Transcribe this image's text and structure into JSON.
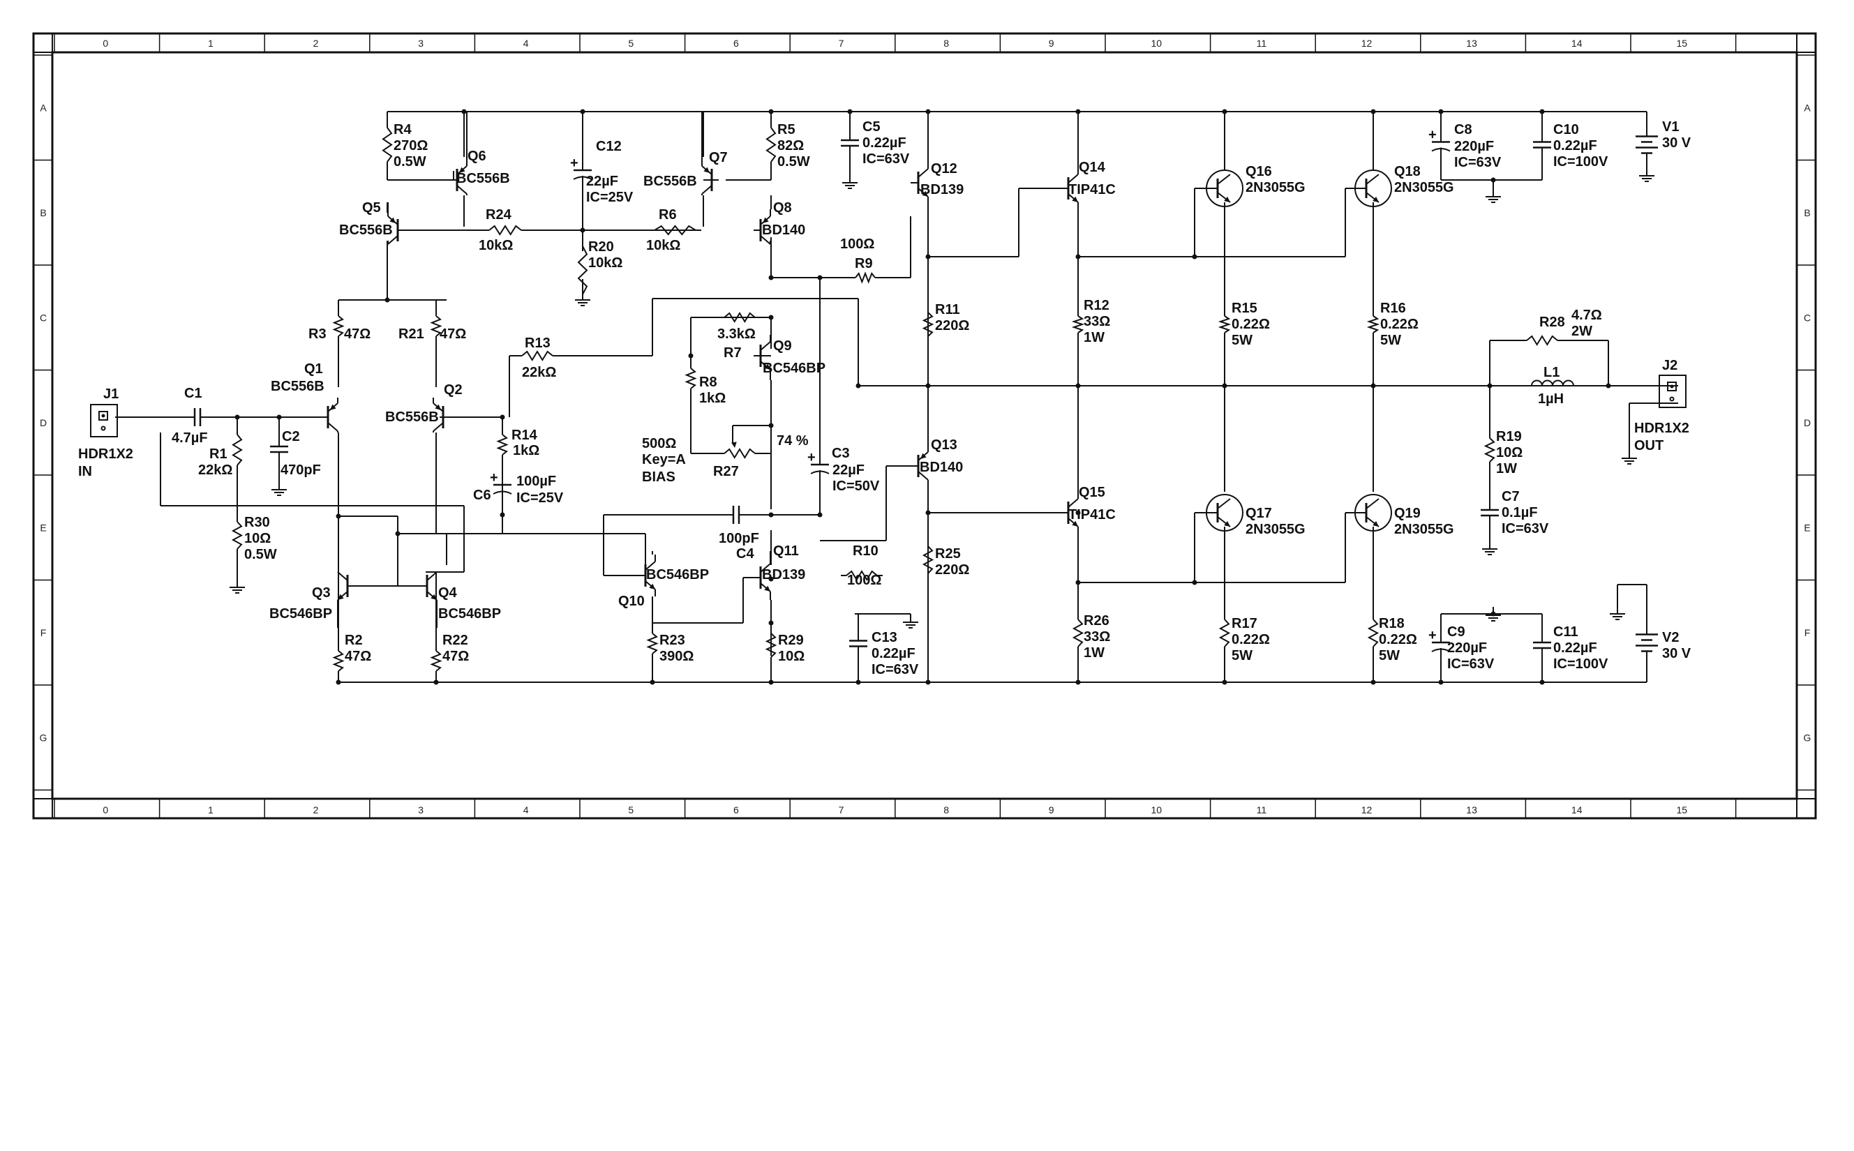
{
  "frame": {
    "columns": [
      "0",
      "1",
      "2",
      "3",
      "4",
      "5",
      "6",
      "7",
      "8",
      "9",
      "10",
      "11",
      "12",
      "13",
      "14",
      "15"
    ],
    "rows": [
      "A",
      "B",
      "C",
      "D",
      "E",
      "F",
      "G"
    ]
  },
  "labels": {
    "R4": [
      "R4",
      "270Ω",
      "0.5W"
    ],
    "Q6": [
      "Q6",
      "BC556B"
    ],
    "C12": [
      "C12",
      "22µF",
      "IC=25V"
    ],
    "Q7": [
      "Q7",
      "BC556B"
    ],
    "R5": [
      "R5",
      "82Ω",
      "0.5W"
    ],
    "C5": [
      "C5",
      "0.22µF",
      "IC=63V"
    ],
    "Q12": [
      "Q12",
      "BD139"
    ],
    "Q14": [
      "Q14",
      "TIP41C"
    ],
    "Q16": [
      "Q16",
      "2N3055G"
    ],
    "Q18": [
      "Q18",
      "2N3055G"
    ],
    "C8": [
      "C8",
      "220µF",
      "IC=63V"
    ],
    "C10": [
      "C10",
      "0.22µF",
      "IC=100V"
    ],
    "V1": [
      "V1",
      "30 V"
    ],
    "Q5": [
      "Q5",
      "BC556B"
    ],
    "R24": [
      "R24",
      "10kΩ"
    ],
    "R20": [
      "R20",
      "10kΩ"
    ],
    "R6": [
      "R6",
      "10kΩ"
    ],
    "Q8": [
      "Q8",
      "BD140"
    ],
    "R9": [
      "100Ω",
      "R9"
    ],
    "R3": [
      "R3",
      "47Ω"
    ],
    "R21": [
      "R21",
      "47Ω"
    ],
    "R11": [
      "R11",
      "220Ω"
    ],
    "R12": [
      "R12",
      "33Ω",
      "1W"
    ],
    "R15": [
      "R15",
      "0.22Ω",
      "5W"
    ],
    "R16": [
      "R16",
      "0.22Ω",
      "5W"
    ],
    "R28": [
      "R28",
      "4.7Ω",
      "2W"
    ],
    "R7": [
      "3.3kΩ",
      "R7"
    ],
    "Q9": [
      "Q9",
      "BC546BP"
    ],
    "R13": [
      "R13",
      "22kΩ"
    ],
    "Q1": [
      "Q1",
      "BC556B"
    ],
    "Q2": [
      "Q2",
      "BC556B"
    ],
    "R8": [
      "R8",
      "1kΩ"
    ],
    "L1": [
      "L1",
      "1µH"
    ],
    "J1": [
      "J1",
      "HDR1X2",
      "IN"
    ],
    "J2": [
      "J2",
      "HDR1X2",
      "OUT"
    ],
    "C1": [
      "C1",
      "4.7µF"
    ],
    "C2": [
      "C2",
      "470pF"
    ],
    "R1": [
      "R1",
      "22kΩ"
    ],
    "R14": [
      "R14",
      "1kΩ"
    ],
    "R27": [
      "500Ω",
      "Key=A",
      "BIAS",
      "R27",
      "74 %"
    ],
    "Q13": [
      "Q13",
      "BD140"
    ],
    "C3": [
      "C3",
      "22µF",
      "IC=50V"
    ],
    "R19": [
      "R19",
      "10Ω",
      "1W"
    ],
    "C6": [
      "C6",
      "100µF",
      "IC=25V"
    ],
    "R30": [
      "R30",
      "10Ω",
      "0.5W"
    ],
    "C7": [
      "C7",
      "0.1µF",
      "IC=63V"
    ],
    "C4": [
      "100pF",
      "C4"
    ],
    "Q15": [
      "Q15",
      "TIP41C"
    ],
    "Q17": [
      "Q17",
      "2N3055G"
    ],
    "Q19": [
      "Q19",
      "2N3055G"
    ],
    "Q11": [
      "Q11",
      "BD139"
    ],
    "R10": [
      "R10",
      "100Ω"
    ],
    "R25": [
      "R25",
      "220Ω"
    ],
    "Q3": [
      "Q3",
      "BC546BP"
    ],
    "Q4": [
      "Q4",
      "BC546BP"
    ],
    "Q10": [
      "BC546BP",
      "Q10"
    ],
    "R26": [
      "R26",
      "33Ω",
      "1W"
    ],
    "R17": [
      "R17",
      "0.22Ω",
      "5W"
    ],
    "R18": [
      "R18",
      "0.22Ω",
      "5W"
    ],
    "C9": [
      "C9",
      "220µF",
      "IC=63V"
    ],
    "C11": [
      "C11",
      "0.22µF",
      "IC=100V"
    ],
    "V2": [
      "V2",
      "30 V"
    ],
    "R2": [
      "R2",
      "47Ω"
    ],
    "R22": [
      "R22",
      "47Ω"
    ],
    "R23": [
      "R23",
      "390Ω"
    ],
    "R29": [
      "R29",
      "10Ω"
    ],
    "C13": [
      "C13",
      "0.22µF",
      "IC=63V"
    ]
  }
}
